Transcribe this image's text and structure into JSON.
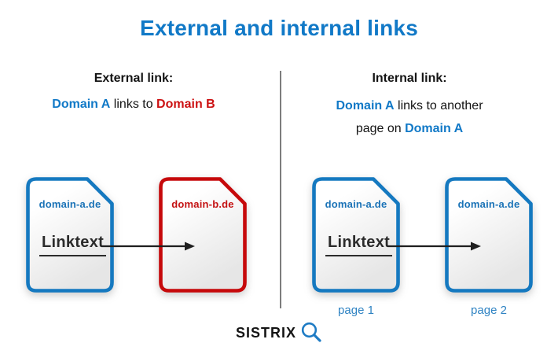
{
  "title": "External and internal links",
  "colors": {
    "brand_blue": "#1179c7",
    "doc_border_blue": "#1579c0",
    "doc_border_red": "#c6090b",
    "domain_label_blue": "#1b73b7",
    "domain_label_red": "#c41112",
    "red_text": "#cc1112",
    "link_dark": "#2b2b2b",
    "divider_gray": "#7d7d7d",
    "caption_blue": "#2f83c3"
  },
  "sections": {
    "external": {
      "heading": "External link:",
      "desc": {
        "domain_a": "Domain A",
        "middle": " links to ",
        "domain_b": "Domain B"
      },
      "doc_source": {
        "label": "domain-a.de",
        "linktext": "Linktext"
      },
      "doc_target": {
        "label": "domain-b.de"
      }
    },
    "internal": {
      "heading": "Internal link:",
      "desc_line1": {
        "domain_a": "Domain A",
        "rest": " links to another"
      },
      "desc_line2": {
        "prefix": "page on ",
        "domain_a": "Domain A"
      },
      "doc_source": {
        "label": "domain-a.de",
        "linktext": "Linktext",
        "caption": "page 1"
      },
      "doc_target": {
        "label": "domain-a.de",
        "caption": "page 2"
      }
    }
  },
  "footer": {
    "brand": "SISTRIX",
    "icon": "magnifier-icon"
  }
}
